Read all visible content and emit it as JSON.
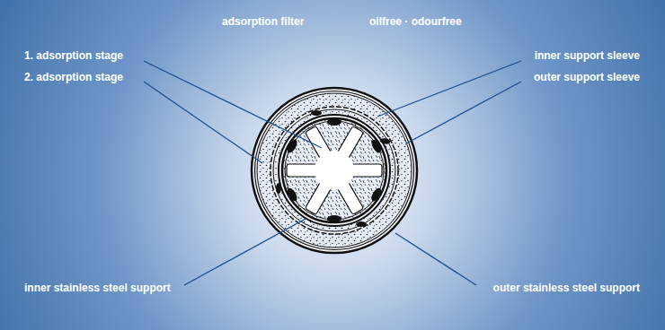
{
  "diagram": {
    "title": "adsorption filter",
    "labels": [
      "oilfree · odourfree",
      "1. adsorption stage",
      "2. adsorption stage",
      "inner support sleeve",
      "outer support sleeve",
      "inner stainless steel support",
      "outer stainless steel support"
    ]
  }
}
